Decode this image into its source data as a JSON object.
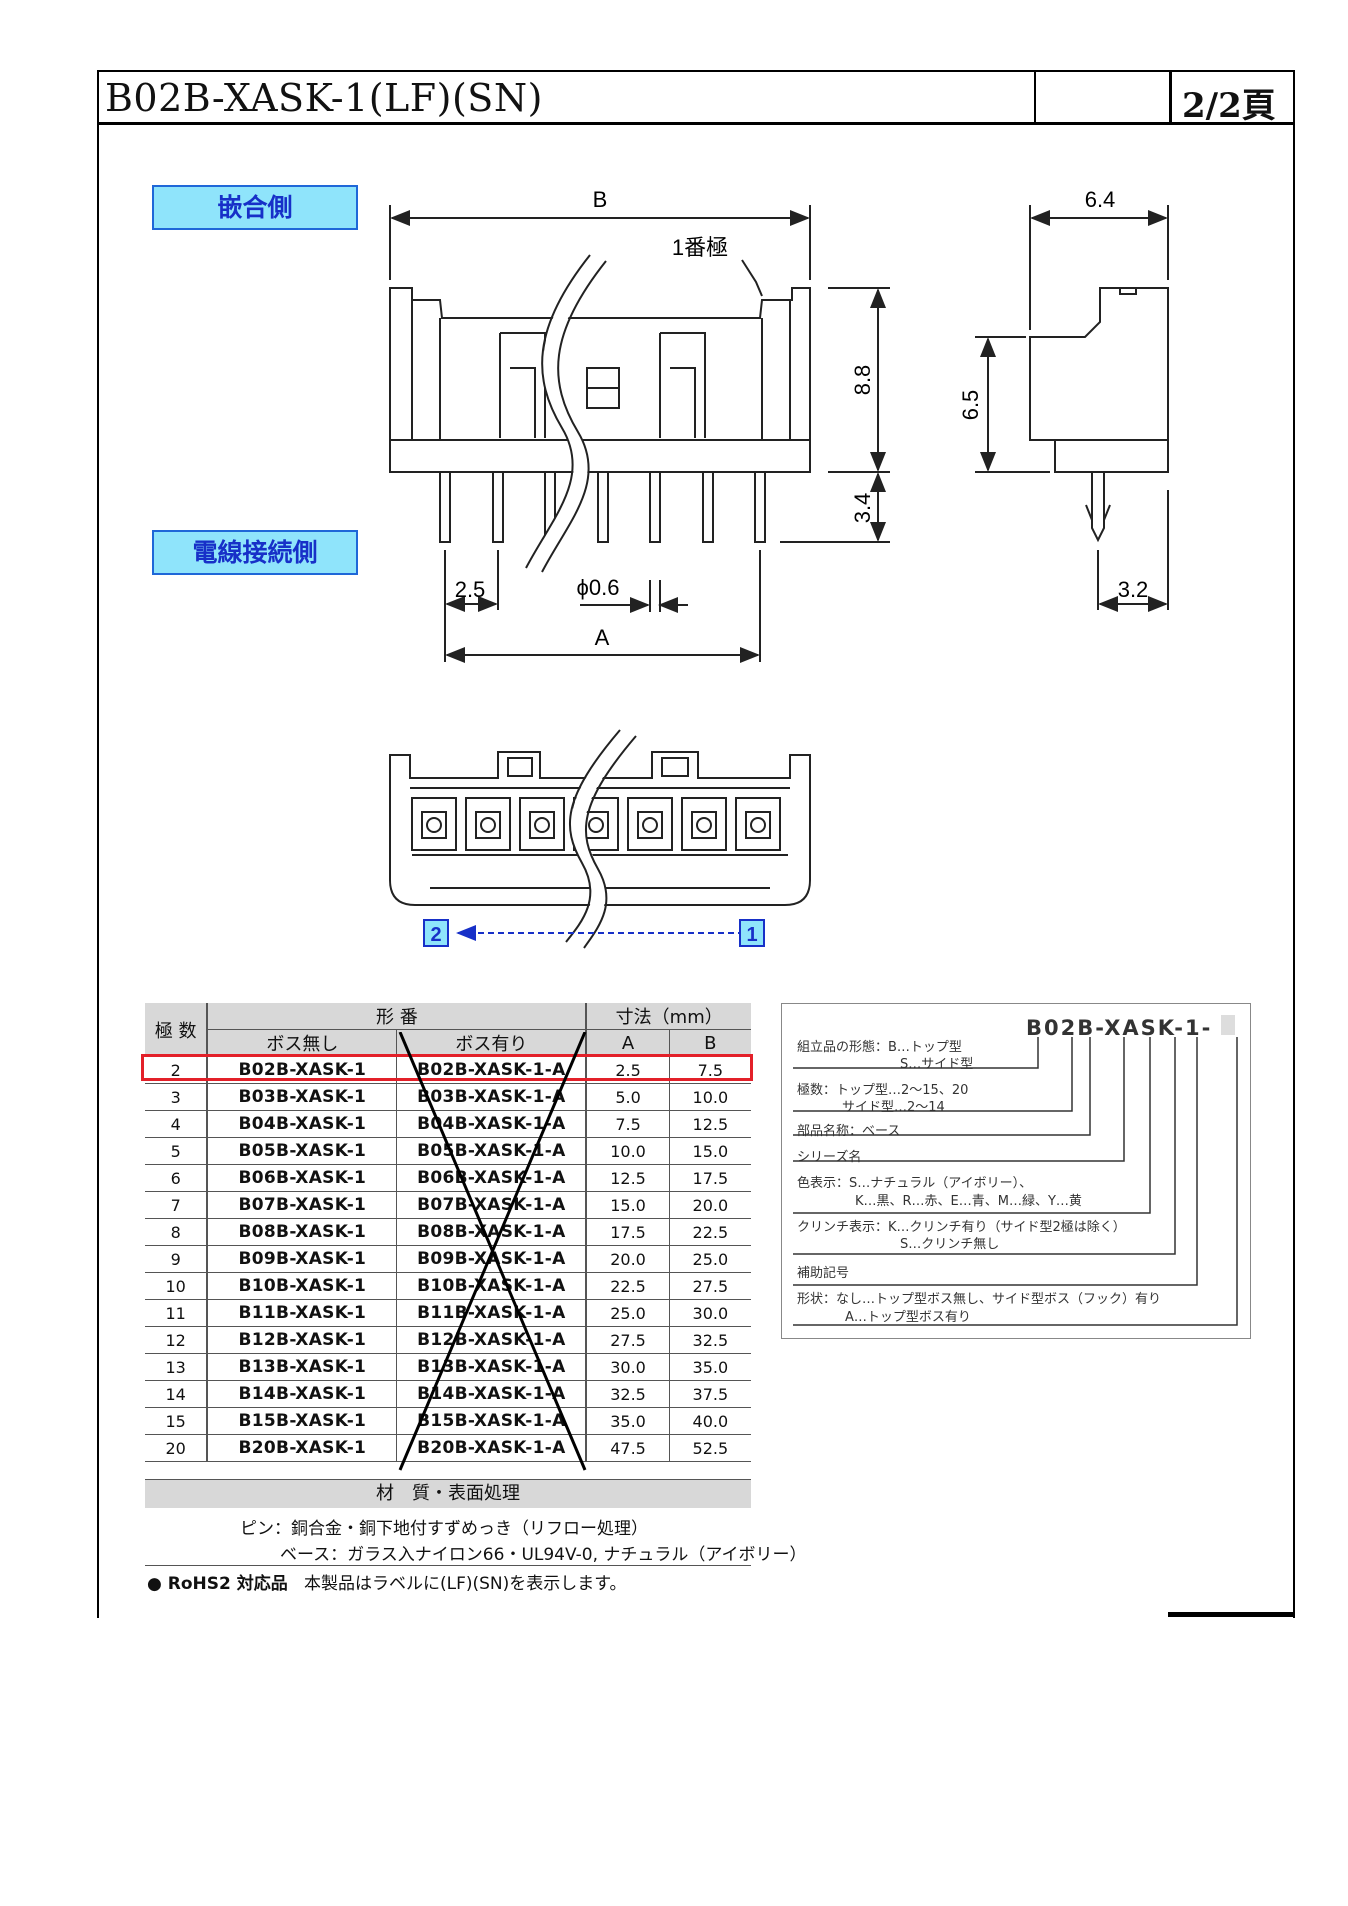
{
  "header": {
    "title": "B02B-XASK-1(LF)(SN)",
    "page": "2/2頁"
  },
  "tags": {
    "mating_side": "嵌合側",
    "wire_side": "電線接続側"
  },
  "drawing": {
    "dim_b": "B",
    "dim_a": "A",
    "pin1_label": "1番極",
    "dim_88": "8.8",
    "dim_34": "3.4",
    "dim_25": "2.5",
    "dim_phi": "ϕ0.6",
    "dim_64": "6.4",
    "dim_65": "6.5",
    "dim_32": "3.2",
    "pin_left": "2",
    "pin_right": "1"
  },
  "table": {
    "h_poles": "極 数",
    "h_part": "形 番",
    "h_dim": "寸法（mm）",
    "h_noboss": "ボス無し",
    "h_boss": "ボス有り",
    "h_a": "A",
    "h_b": "B",
    "rows": [
      {
        "n": "2",
        "p1": "B02B-XASK-1",
        "p2": "B02B-XASK-1-A",
        "a": "2.5",
        "b": "7.5"
      },
      {
        "n": "3",
        "p1": "B03B-XASK-1",
        "p2": "B03B-XASK-1-A",
        "a": "5.0",
        "b": "10.0"
      },
      {
        "n": "4",
        "p1": "B04B-XASK-1",
        "p2": "B04B-XASK-1-A",
        "a": "7.5",
        "b": "12.5"
      },
      {
        "n": "5",
        "p1": "B05B-XASK-1",
        "p2": "B05B-XASK-1-A",
        "a": "10.0",
        "b": "15.0"
      },
      {
        "n": "6",
        "p1": "B06B-XASK-1",
        "p2": "B06B-XASK-1-A",
        "a": "12.5",
        "b": "17.5"
      },
      {
        "n": "7",
        "p1": "B07B-XASK-1",
        "p2": "B07B-XASK-1-A",
        "a": "15.0",
        "b": "20.0"
      },
      {
        "n": "8",
        "p1": "B08B-XASK-1",
        "p2": "B08B-XASK-1-A",
        "a": "17.5",
        "b": "22.5"
      },
      {
        "n": "9",
        "p1": "B09B-XASK-1",
        "p2": "B09B-XASK-1-A",
        "a": "20.0",
        "b": "25.0"
      },
      {
        "n": "10",
        "p1": "B10B-XASK-1",
        "p2": "B10B-XASK-1-A",
        "a": "22.5",
        "b": "27.5"
      },
      {
        "n": "11",
        "p1": "B11B-XASK-1",
        "p2": "B11B-XASK-1-A",
        "a": "25.0",
        "b": "30.0"
      },
      {
        "n": "12",
        "p1": "B12B-XASK-1",
        "p2": "B12B-XASK-1-A",
        "a": "27.5",
        "b": "32.5"
      },
      {
        "n": "13",
        "p1": "B13B-XASK-1",
        "p2": "B13B-XASK-1-A",
        "a": "30.0",
        "b": "35.0"
      },
      {
        "n": "14",
        "p1": "B14B-XASK-1",
        "p2": "B14B-XASK-1-A",
        "a": "32.5",
        "b": "37.5"
      },
      {
        "n": "15",
        "p1": "B15B-XASK-1",
        "p2": "B15B-XASK-1-A",
        "a": "35.0",
        "b": "40.0"
      },
      {
        "n": "20",
        "p1": "B20B-XASK-1",
        "p2": "B20B-XASK-1-A",
        "a": "47.5",
        "b": "52.5"
      }
    ]
  },
  "material": {
    "heading": "材　質・表面処理",
    "pin": "ピン：銅合金・銅下地付すずめっき（リフロー処理）",
    "base": "ベース：ガラス入ナイロン66・UL94V-0, ナチュラル（アイボリー）",
    "rohs_bold": "● RoHS2 対応品",
    "rohs_text": "本製品はラベルに(LF)(SN)を表示します。"
  },
  "code": {
    "title": "B02B-XASK-1-",
    "lines": [
      "組立品の形態：B…トップ型",
      "S…サイド型",
      "極数：トップ型…2～15、20",
      "サイド型…2～14",
      "部品名称：ベース",
      "シリーズ名",
      "色表示：S…ナチュラル（アイボリー）、",
      "K…黒、R…赤、E…青、M…緑、Y…黄",
      "クリンチ表示：K…クリンチ有り（サイド型2極は除く）",
      "S…クリンチ無し",
      "補助記号",
      "形状：なし…トップ型ボス無し、サイド型ボス（フック）有り",
      "A…トップ型ボス有り"
    ]
  }
}
